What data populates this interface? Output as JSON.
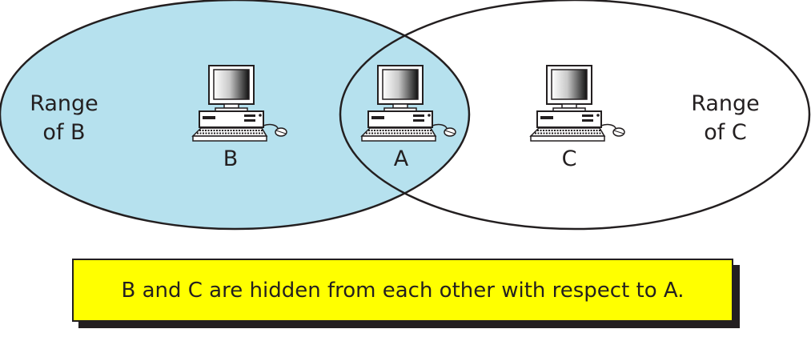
{
  "colors": {
    "range_b_fill": "#b6e1ee",
    "caption_fill": "#ffff00",
    "outline": "#231f20"
  },
  "ranges": {
    "b": {
      "line1": "Range",
      "line2": "of B"
    },
    "c": {
      "line1": "Range",
      "line2": "of C"
    }
  },
  "nodes": {
    "b": {
      "label": "B",
      "icon": "desktop-computer-icon"
    },
    "a": {
      "label": "A",
      "icon": "desktop-computer-icon"
    },
    "c": {
      "label": "C",
      "icon": "desktop-computer-icon"
    }
  },
  "caption": "B and C are hidden from each other with respect to A."
}
